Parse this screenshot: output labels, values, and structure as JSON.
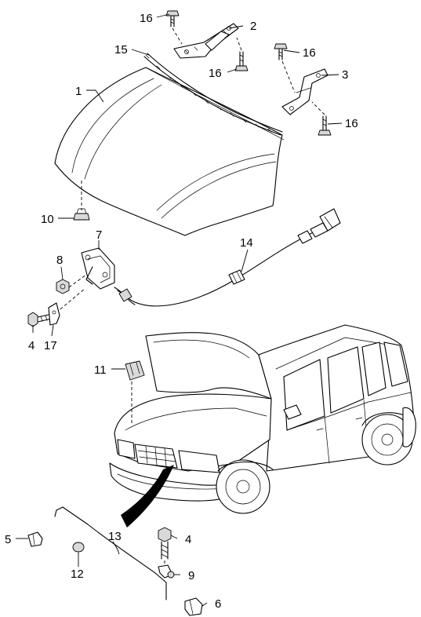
{
  "callouts": {
    "c1": "1",
    "c2": "2",
    "c3": "3",
    "c4a": "4",
    "c4b": "4",
    "c5": "5",
    "c6": "6",
    "c7": "7",
    "c8": "8",
    "c9": "9",
    "c10": "10",
    "c11": "11",
    "c12": "12",
    "c13": "13",
    "c14": "14",
    "c15": "15",
    "c16a": "16",
    "c16b": "16",
    "c16c": "16",
    "c16d": "16",
    "c17": "17"
  }
}
